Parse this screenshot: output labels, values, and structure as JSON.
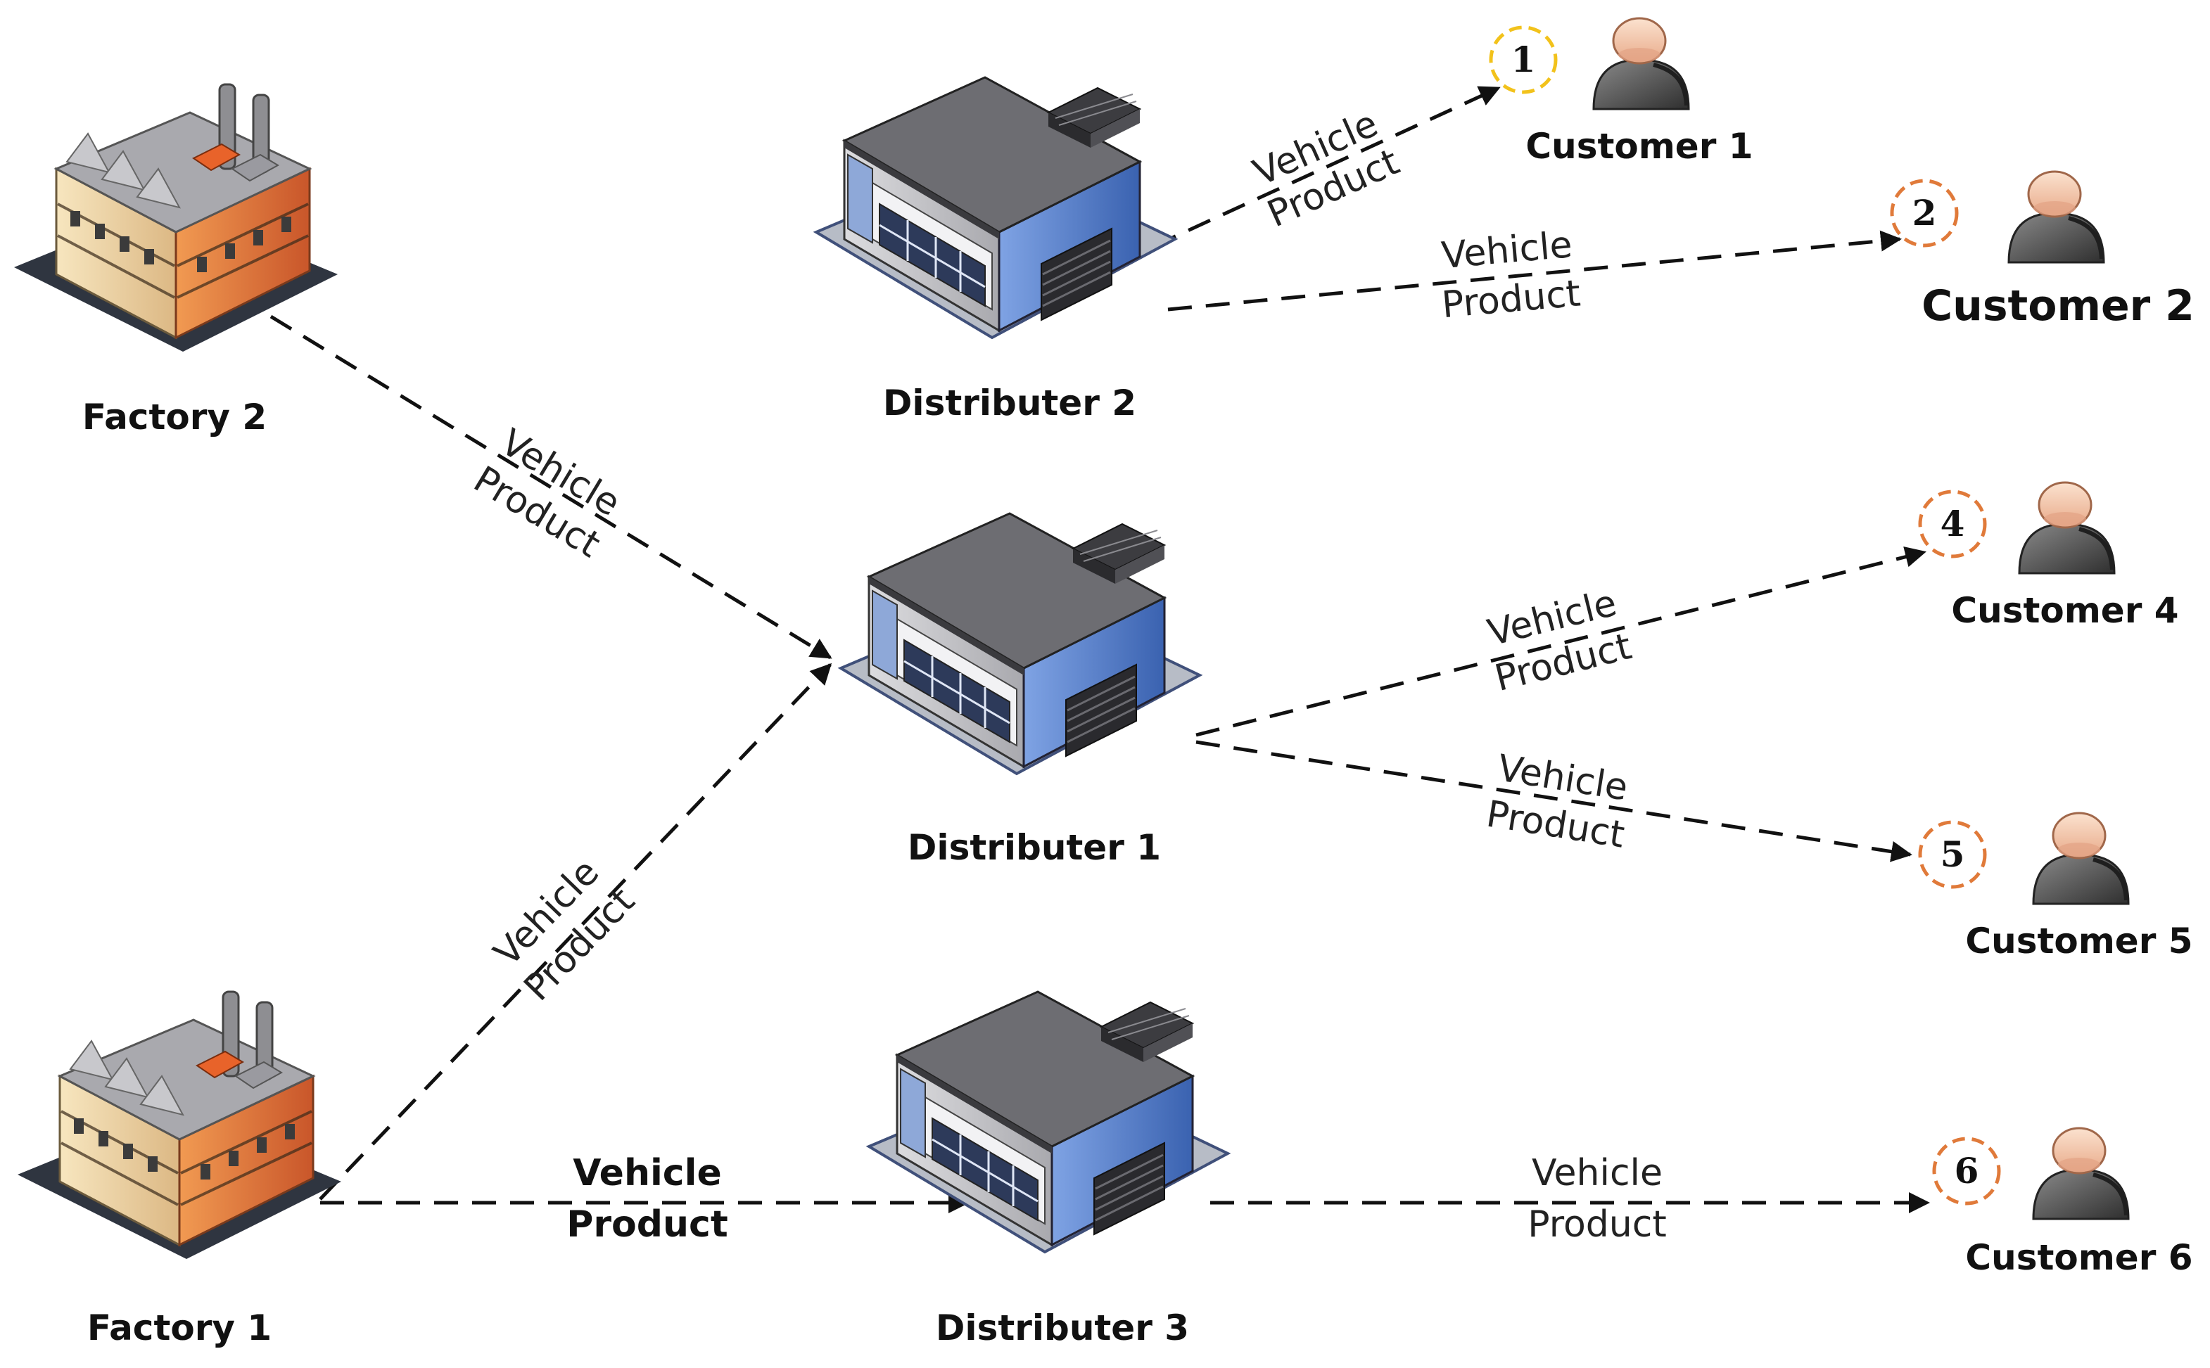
{
  "edge_label": {
    "line1": "Vehicle",
    "line2": "Product"
  },
  "factories": [
    {
      "id": "factory-2",
      "label": "Factory 2"
    },
    {
      "id": "factory-1",
      "label": "Factory 1"
    }
  ],
  "distributors": [
    {
      "id": "distributer-2",
      "label": "Distributer 2"
    },
    {
      "id": "distributer-1",
      "label": "Distributer 1"
    },
    {
      "id": "distributer-3",
      "label": "Distributer 3"
    }
  ],
  "customers": [
    {
      "id": "customer-1",
      "label": "Customer 1",
      "number": "1"
    },
    {
      "id": "customer-2",
      "label": "Customer 2",
      "number": "2"
    },
    {
      "id": "customer-4",
      "label": "Customer 4",
      "number": "4"
    },
    {
      "id": "customer-5",
      "label": "Customer 5",
      "number": "5"
    },
    {
      "id": "customer-6",
      "label": "Customer 6",
      "number": "6"
    }
  ],
  "colors": {
    "badge_yellow": "#f2c21b",
    "badge_orange": "#e07a3a",
    "factory_orange": "#e8823c",
    "factory_cream": "#f1d9a6",
    "warehouse_blue": "#4a78c8",
    "warehouse_roof": "#6e6e72",
    "person_skin": "#f3c7a6",
    "person_body": "#555555"
  }
}
